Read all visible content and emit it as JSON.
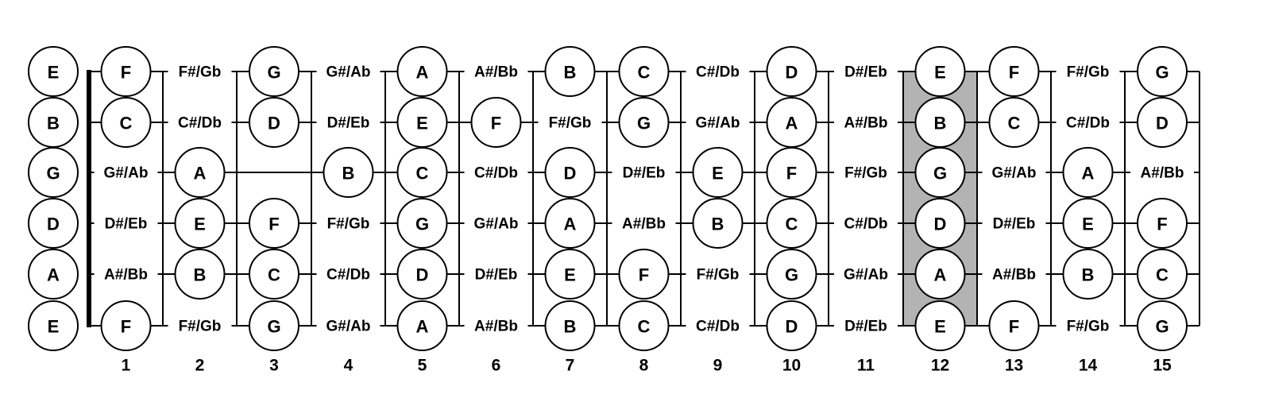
{
  "open_strings": [
    "E",
    "B",
    "G",
    "D",
    "A",
    "E"
  ],
  "frets": [
    {
      "number": "1",
      "notes": [
        "F",
        "C",
        "G#/Ab",
        "D#/Eb",
        "A#/Bb",
        "F"
      ]
    },
    {
      "number": "2",
      "notes": [
        "F#/Gb",
        "C#/Db",
        "A",
        "E",
        "B",
        "F#/Gb"
      ]
    },
    {
      "number": "3",
      "notes": [
        "G",
        "D",
        "",
        "F",
        "C",
        "G"
      ]
    },
    {
      "number": "4",
      "notes": [
        "G#/Ab",
        "D#/Eb",
        "B",
        "F#/Gb",
        "C#/Db",
        "G#/Ab"
      ]
    },
    {
      "number": "5",
      "notes": [
        "A",
        "E",
        "C",
        "G",
        "D",
        "A"
      ]
    },
    {
      "number": "6",
      "notes": [
        "A#/Bb",
        "F",
        "C#/Db",
        "G#/Ab",
        "D#/Eb",
        "A#/Bb"
      ]
    },
    {
      "number": "7",
      "notes": [
        "B",
        "F#/Gb",
        "D",
        "A",
        "E",
        "B"
      ]
    },
    {
      "number": "8",
      "notes": [
        "C",
        "G",
        "D#/Eb",
        "A#/Bb",
        "F",
        "C"
      ]
    },
    {
      "number": "9",
      "notes": [
        "C#/Db",
        "G#/Ab",
        "E",
        "B",
        "F#/Gb",
        "C#/Db"
      ]
    },
    {
      "number": "10",
      "notes": [
        "D",
        "A",
        "F",
        "C",
        "G",
        "D"
      ]
    },
    {
      "number": "11",
      "notes": [
        "D#/Eb",
        "A#/Bb",
        "F#/Gb",
        "C#/Db",
        "G#/Ab",
        "D#/Eb"
      ]
    },
    {
      "number": "12",
      "notes": [
        "E",
        "B",
        "G",
        "D",
        "A",
        "E"
      ]
    },
    {
      "number": "13",
      "notes": [
        "F",
        "C",
        "G#/Ab",
        "D#/Eb",
        "A#/Bb",
        "F"
      ]
    },
    {
      "number": "14",
      "notes": [
        "F#/Gb",
        "C#/Db",
        "A",
        "E",
        "B",
        "F#/Gb"
      ]
    },
    {
      "number": "15",
      "notes": [
        "G",
        "D",
        "A#/Bb",
        "F",
        "C",
        "G"
      ]
    }
  ],
  "highlighted_fret": "12",
  "colors": {
    "line": "#000000",
    "highlight": "#b3b3b3",
    "circle_fill": "#ffffff"
  }
}
